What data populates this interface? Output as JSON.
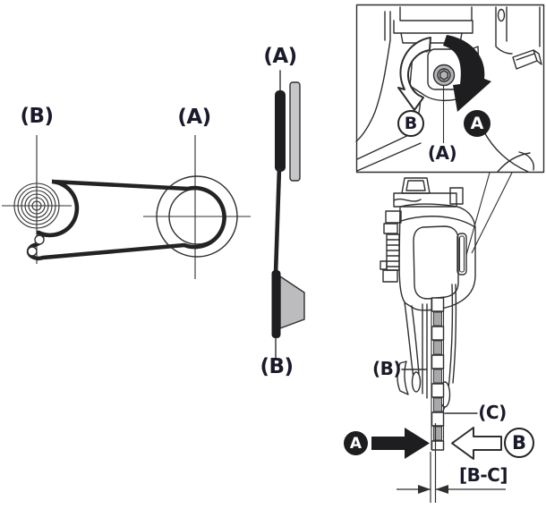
{
  "colors": {
    "background": "#ffffff",
    "label_text": "#1a1a2b",
    "line": "#2f2f31",
    "thick_line": "#232325",
    "fill_dark": "#1e1e20",
    "fill_gray_light": "#c7c7c9",
    "fill_gray_mid": "#bcbcbe",
    "fill_gray_chain": "#a8a8aa",
    "screw_gray": "#b5b5b7"
  },
  "top_view_diagram": {
    "spiral_label": "(B)",
    "chainring_label": "(A)"
  },
  "side_view_diagram": {
    "top_label": "(A)",
    "bottom_label": "(B)"
  },
  "inset_detail": {
    "counterclockwise_badge": "B",
    "clockwise_badge": "A",
    "screw_label": "(A)"
  },
  "front_view": {
    "inner_plate_label": "(B)",
    "chain_label": "(C)",
    "black_arrow_badge": "A",
    "white_arrow_badge": "B",
    "clearance_label": "[B-C]"
  }
}
